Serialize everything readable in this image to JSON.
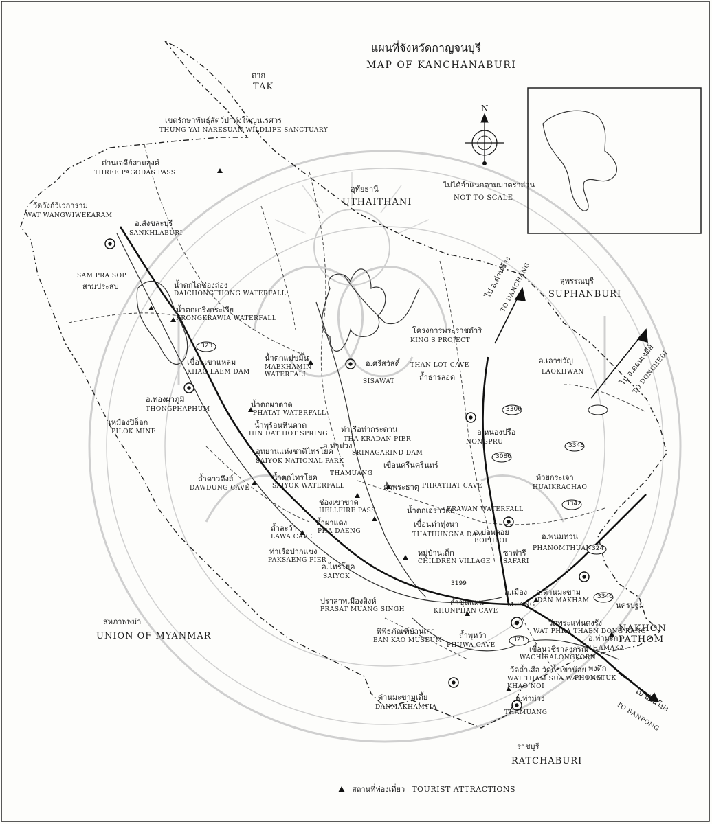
{
  "title_th": "แผนที่จังหวัดกาญจนบุรี",
  "title_en": "MAP OF KANCHANABURI",
  "scale_th": "ไม่ได้จำแนกตามมาตราส่วน",
  "scale_en": "NOT TO SCALE",
  "compass": "N",
  "legend": {
    "symbol": "triangle",
    "label_th": "สถานที่ท่องเที่ยว",
    "label_en": "TOURIST ATTRACTIONS"
  },
  "regions": [
    {
      "th": "ตาก",
      "en": "TAK"
    },
    {
      "th": "อุทัยธานี",
      "en": "UTHAITHANI"
    },
    {
      "th": "สุพรรณบุรี",
      "en": "SUPHANBURI"
    },
    {
      "th": "สหภาพพม่า",
      "en": "UNION OF MYANMAR"
    },
    {
      "th": "นครปฐม",
      "en": "NAKHON PATHOM"
    },
    {
      "th": "ราชบุรี",
      "en": "RATCHABURI"
    }
  ],
  "places": [
    {
      "th": "เขตรักษาพันธุ์สัตว์ป่าทุ่งใหญ่นเรศวร",
      "en": "THUNG YAI NARESUAN WILDLIFE SANCTUARY"
    },
    {
      "th": "ด่านเจดีย์สามองค์",
      "en": "THREE PAGODAS PASS"
    },
    {
      "th": "วัดวังก์วิเวการาม",
      "en": "WAT WANGWIWEKARAM"
    },
    {
      "th": "อ.สังขละบุรี",
      "en": "SANKHLABURI"
    },
    {
      "th": "สามประสบ",
      "en": "SAM PRA SOP"
    },
    {
      "th": "น้ำตกไดช่องถ่อง",
      "en": "DAICHONGTHONG WATERFALL"
    },
    {
      "th": "น้ำตกเกริงกระเวีย",
      "en": "KRONGKRAWIA WATERFALL"
    },
    {
      "th": "เขื่อนเขาแหลม",
      "en": "KHAO LAEM DAM"
    },
    {
      "th": "อ.ทองผาภูมิ",
      "en": "THONGPHAPHUM"
    },
    {
      "th": "เหมืองปิล็อก",
      "en": "PILOK MINE"
    },
    {
      "th": "น้ำตกแม่ขมิ้น",
      "en": "MAEKHAMIN WATERFALL"
    },
    {
      "th": "น้ำตกผาตาด",
      "en": "PHATAT WATERFALL"
    },
    {
      "th": "น้ำพุร้อนหินดาด",
      "en": "HIN DAT HOT SPRING"
    },
    {
      "th": "อุทยานแห่งชาติไทรโยค",
      "en": "SAIYOK NATIONAL PARK"
    },
    {
      "th": "ถ้ำดาวดึงส์",
      "en": "DAWDUNG CAVE"
    },
    {
      "th": "น้ำตกไทรโยค",
      "en": "SAIYOK WATERFALL"
    },
    {
      "th": "ช่องเขาขาด",
      "en": "HELLFIRE PASS"
    },
    {
      "th": "ถ้ำละว้า",
      "en": "LAWA CAVE"
    },
    {
      "th": "ถ้ำผาแดง",
      "en": "PHA DAENG"
    },
    {
      "th": "ท่าเรือปากแซง",
      "en": "PAKSAENG PIER"
    },
    {
      "th": "อ.ไทรโยค",
      "en": "SAIYOK"
    },
    {
      "th": "ปราสาทเมืองสิงห์",
      "en": "PRASAT MUANG SINGH"
    },
    {
      "th": "พิพิธภัณฑ์บ้านเก่า",
      "en": "BAN KAO MUSEUM"
    },
    {
      "th": "ถ้ำขุนแผน",
      "en": "KHUNPHAN CAVE"
    },
    {
      "th": "ถ้ำพุหว้า",
      "en": "PHUWA CAVE"
    },
    {
      "th": "ด่านมะขามเตี้ย",
      "en": "DANMAKHAMTIA"
    },
    {
      "th": "อ.ท่าม่วง",
      "en": "THAMUANG"
    },
    {
      "th": "วัดถ้ำเสือ วัดถ้ำเขาน้อย",
      "en": "WAT THAM SUA WATTHAM KHAO NOI"
    },
    {
      "th": "เขื่อนวชิราลงกรณ",
      "en": "WACHIRALONGKORN"
    },
    {
      "th": "วัดพระแท่นดงรัง",
      "en": "WAT PHRA THAEN DONG RANG"
    },
    {
      "th": "อ.ท่ามะกา",
      "en": "THAMAKA"
    },
    {
      "th": "อ.พนมทวน",
      "en": "PHANOMTHUAN"
    },
    {
      "th": "ห้วยกระเจา",
      "en": "HUAIKRACHAO"
    },
    {
      "th": "อ.บ่อพลอย",
      "en": "BOPHLOI"
    },
    {
      "th": "ซาฟารี",
      "en": "SAFARI"
    },
    {
      "th": "หมู่บ้านเด็ก",
      "en": "CHILDREN VILLAGE"
    },
    {
      "th": "น้ำตกเอราวัณ",
      "en": "ERAWAN WATERFALL"
    },
    {
      "th": "เขื่อนท่าทุ่งนา",
      "en": "THATHUNGNA DAM"
    },
    {
      "th": "ถ้ำพระธาตุ",
      "en": "PHRATHAT CAVE"
    },
    {
      "th": "เขื่อนศรีนครินทร์",
      "en": "SRINAGARIND DAM"
    },
    {
      "th": "ท่าเรือท่ากระดาน",
      "en": "THA KRADAN PIER"
    },
    {
      "th": "อ.ศรีสวัสดิ์",
      "en": "SISAWAT"
    },
    {
      "th": "ถ้ำธารลอด",
      "en": "THAN LOT CAVE"
    },
    {
      "th": "โครงการพระราชดำริ",
      "en": "KING'S PROJECT"
    },
    {
      "th": "อ.หนองปรือ",
      "en": "NONGPRU"
    },
    {
      "th": "อ.เลาขวัญ",
      "en": "LAOKHWAN"
    },
    {
      "th": "อ.ด่านมะขาม",
      "en": "DAN MAKHAM"
    },
    {
      "th": "อ.เมือง",
      "en": "MUANG"
    },
    {
      "th": "พงตึก",
      "en": "PHONGTUK"
    },
    {
      "th": "อ.ท่าม่วง",
      "en": "THAMUANG"
    }
  ],
  "roads": [
    "323",
    "3199",
    "3086",
    "3306",
    "3343",
    "3342",
    "324",
    "3346",
    "323"
  ],
  "arrows": [
    {
      "th": "ไป อ.ด่านช้าง",
      "en": "TO DANCHANG"
    },
    {
      "th": "ไป อ.ดอนเจดีย์",
      "en": "TO DONCHEDI"
    },
    {
      "th": "ไป บ้านโป่ง",
      "en": "TO BANPONG"
    }
  ],
  "colors": {
    "ink": "#1a1a1a",
    "paper": "#fdfdfb",
    "seal": "#cfcfcf"
  }
}
